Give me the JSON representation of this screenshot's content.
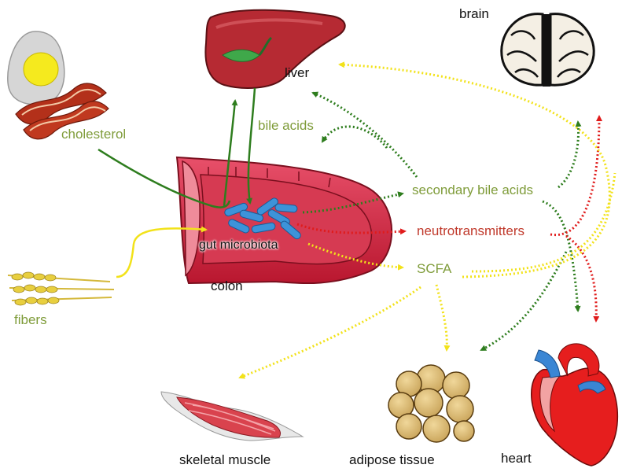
{
  "labels": {
    "brain": "brain",
    "liver": "liver",
    "cholesterol": "cholesterol",
    "bile_acids": "bile acids",
    "secondary_bile_acids": "secondary bile acids",
    "neurotransmitters": "neutrotransmitters",
    "scfa": "SCFA",
    "gut_microbiota": "gut microbiota",
    "colon": "colon",
    "fibers": "fibers",
    "skeletal_muscle": "skeletal muscle",
    "adipose_tissue": "adipose tissue",
    "heart": "heart"
  },
  "colors": {
    "olive_text": "#7f9c3a",
    "red_text": "#c0392b",
    "green_arrow": "#2e7d1e",
    "yellow_arrow": "#f2e21a",
    "red_arrow": "#e01b1b"
  },
  "icons": [
    "egg-icon",
    "bacon-icon",
    "liver-icon",
    "brain-icon",
    "colon-icon",
    "bacteria-icon",
    "wheat-icon",
    "muscle-icon",
    "adipose-icon",
    "heart-icon"
  ]
}
